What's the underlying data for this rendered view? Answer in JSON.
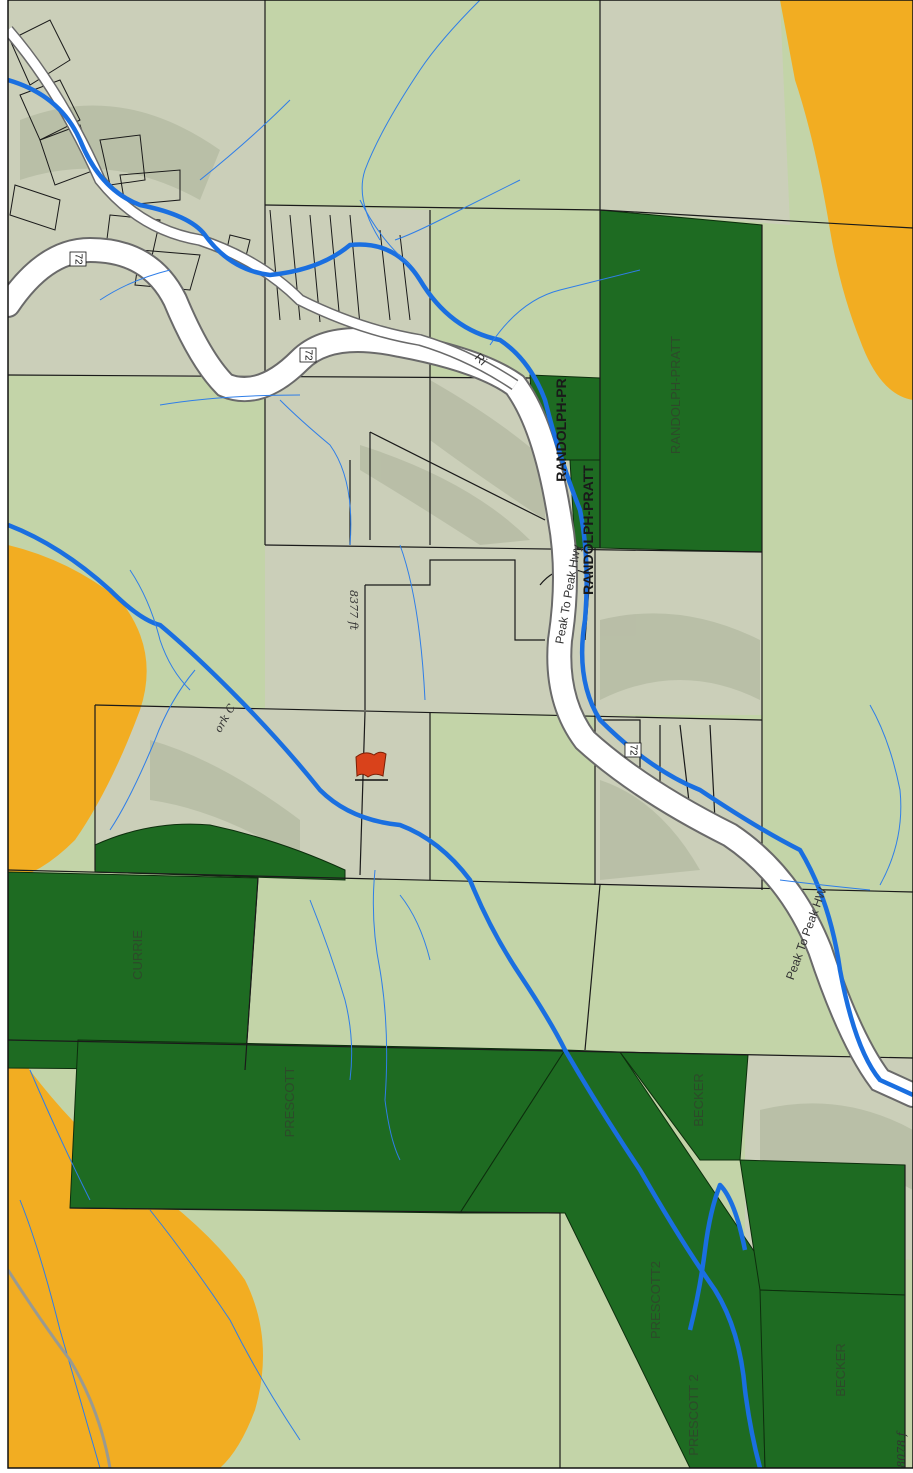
{
  "colors": {
    "public_land": "#c3d4a8",
    "protected": "#1e6b22",
    "hazard": "#f2ad22",
    "terrain": "#c9cdb8",
    "river": "#1a6fe0",
    "stream": "#2f7ee8",
    "road": "#ffffff",
    "parcel": "#1a1a1a"
  },
  "parcels": [
    {
      "name": "RANDOLPH-PRATT",
      "label_id": "rp-east"
    },
    {
      "name": "RANDOLPH-PR",
      "label_id": "rp-small-1"
    },
    {
      "name": "RANDOLPH-PRATT",
      "label_id": "rp-small-2"
    },
    {
      "name": "CURRIE",
      "label_id": "currie"
    },
    {
      "name": "PRESCOTT",
      "label_id": "prescott"
    },
    {
      "name": "BECKER",
      "label_id": "becker-1"
    },
    {
      "name": "PRESCOTT2",
      "label_id": "prescott2"
    },
    {
      "name": "PRESCOTT 2",
      "label_id": "prescott-2b"
    },
    {
      "name": "BECKER",
      "label_id": "becker-2"
    }
  ],
  "roads": {
    "highway_shield": "72",
    "name_1": "Peak To Peak Hwy",
    "name_2": "Peak To Peak HW",
    "name_3": "Ri"
  },
  "elevation_label": "8377 ft",
  "stream_label": "ork C",
  "edge_label": "8078 f"
}
